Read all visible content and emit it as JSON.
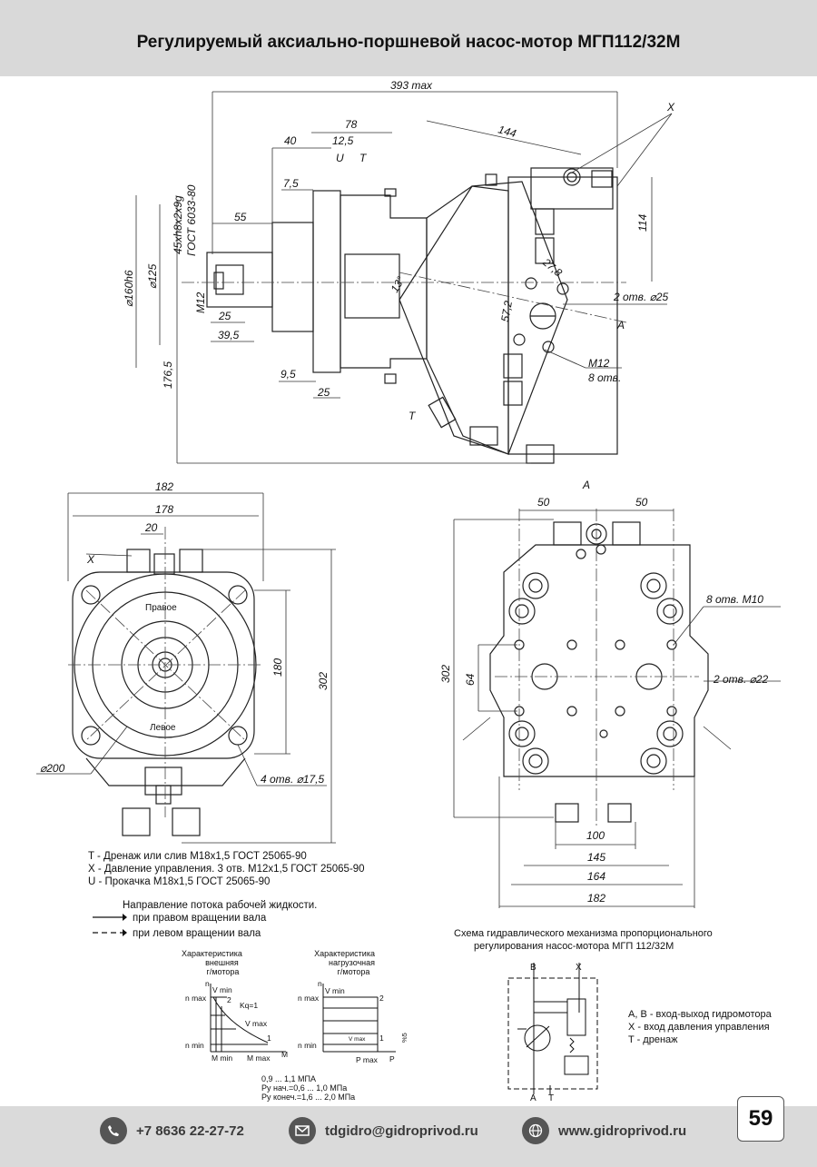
{
  "page_title": "Регулируемый аксиально-поршневой насос-мотор МГП112/32М",
  "top_view": {
    "dims": [
      "393 max",
      "144",
      "78",
      "40",
      "12,5",
      "U",
      "T",
      "7,5",
      "55",
      "114",
      "27,8",
      "57,2",
      "2 отв. ⌀25",
      "A",
      "M12",
      "8 отв.",
      "9,5",
      "25",
      "⌀160h6",
      "⌀125",
      "45xh8x2x9g",
      "ГОСТ 6033-80",
      "M12",
      "25",
      "39,5",
      "176,5",
      "T",
      "X",
      "13°"
    ]
  },
  "front_view": {
    "dims": [
      "182",
      "178",
      "20",
      "X",
      "180",
      "302",
      "⌀200",
      "4 отв. ⌀17,5",
      "Правое",
      "Левое"
    ]
  },
  "side_view": {
    "letter": "A",
    "dims": [
      "50",
      "50",
      "8 отв. M10",
      "302",
      "64",
      "2 отв. ⌀22",
      "100",
      "145",
      "164",
      "182"
    ]
  },
  "legend": [
    "T  - Дренаж или слив М18х1,5 ГОСТ 25065-90",
    "X - Давление управления. 3 отв. М12х1,5 ГОСТ 25065-90",
    "U - Прокачка М18х1,5 ГОСТ 25065-90"
  ],
  "flow": {
    "title": "Направление потока рабочей жидкости.",
    "right": "при правом вращении вала",
    "left": "при левом вращении вала"
  },
  "char_ext": {
    "title": [
      "Характеристика",
      "внешняя",
      "г/мотора"
    ],
    "labels": [
      "n",
      "V min",
      "n max",
      "2",
      "Kq=1",
      "V max",
      "n min",
      "1",
      "M min",
      "M max",
      "M"
    ]
  },
  "char_load": {
    "title": [
      "Характеристика",
      "нагрузочная",
      "г/мотора"
    ],
    "labels": [
      "n",
      "V min",
      "n max",
      "2",
      "V max",
      "1",
      "n min",
      "P max",
      "P",
      "%5"
    ]
  },
  "pressures": [
    "0,9 ... 1,1 МПА",
    "Ру нач.=0,6 ... 1,0 МПа",
    "Ру конеч.=1,6 ... 2,0 МПа"
  ],
  "scheme": {
    "title": [
      "Схема гидравлического механизма пропорционального",
      "регулирования насос-мотора МГП 112/32М"
    ],
    "ports": [
      "B",
      "X",
      "A",
      "T"
    ],
    "legend": [
      "A, B - вход-выход гидромотора",
      "X - вход давления управления",
      "T - дренаж"
    ]
  },
  "footer": {
    "phone": "+7 8636 22-27-72",
    "email": "tdgidro@gidroprivod.ru",
    "site": "www.gidroprivod.ru",
    "page": "59"
  }
}
